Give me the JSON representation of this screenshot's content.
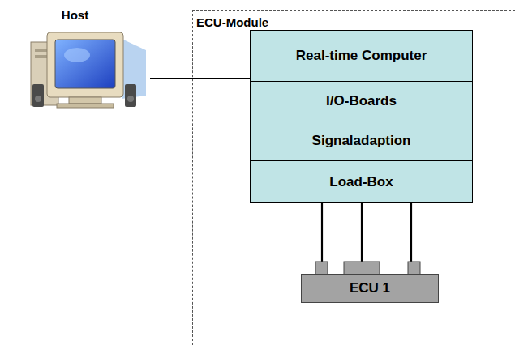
{
  "diagram": {
    "nodes": [
      {
        "text": [
          "Host"
        ]
      },
      {
        "text": [
          "ECU-Module"
        ]
      },
      {
        "text": [
          "Real-time Computer"
        ],
        "in": 1
      },
      {
        "text": [
          "I/O-Boards"
        ],
        "in": 1
      },
      {
        "text": [
          "Signaladaption"
        ],
        "in": 1
      },
      {
        "text": [
          "Load-Box"
        ],
        "in": 1
      },
      {
        "text": [
          "ECU 1"
        ],
        "in": 1
      }
    ],
    "edges": [
      {
        "from": 0,
        "to": 2,
        "arrow": "none"
      },
      {
        "from": 5,
        "to": 6,
        "arrow": "none"
      },
      {
        "from": 5,
        "to": 6,
        "arrow": "none"
      },
      {
        "from": 5,
        "to": 6,
        "arrow": "none"
      }
    ]
  }
}
